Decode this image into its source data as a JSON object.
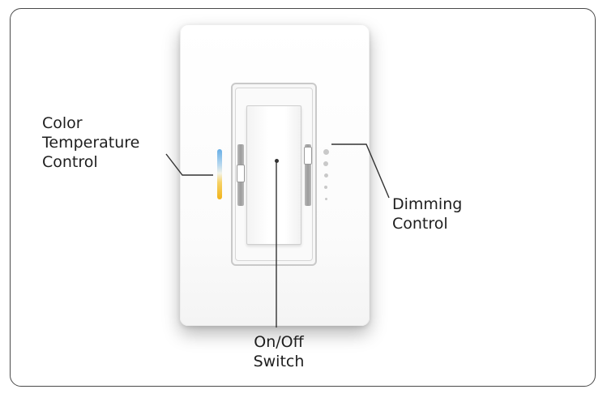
{
  "labels": {
    "color_temperature": [
      "Color",
      "Temperature",
      "Control"
    ],
    "dimming": [
      "Dimming",
      "Control"
    ],
    "on_off": [
      "On/Off",
      "Switch"
    ]
  },
  "dimming_indicator_count": 5,
  "colors": {
    "frame": "#4a4a4a",
    "text": "#1e1e1e",
    "temp_cool": "#67aee6",
    "temp_warm": "#f1b31a",
    "leader_line": "#333333"
  }
}
